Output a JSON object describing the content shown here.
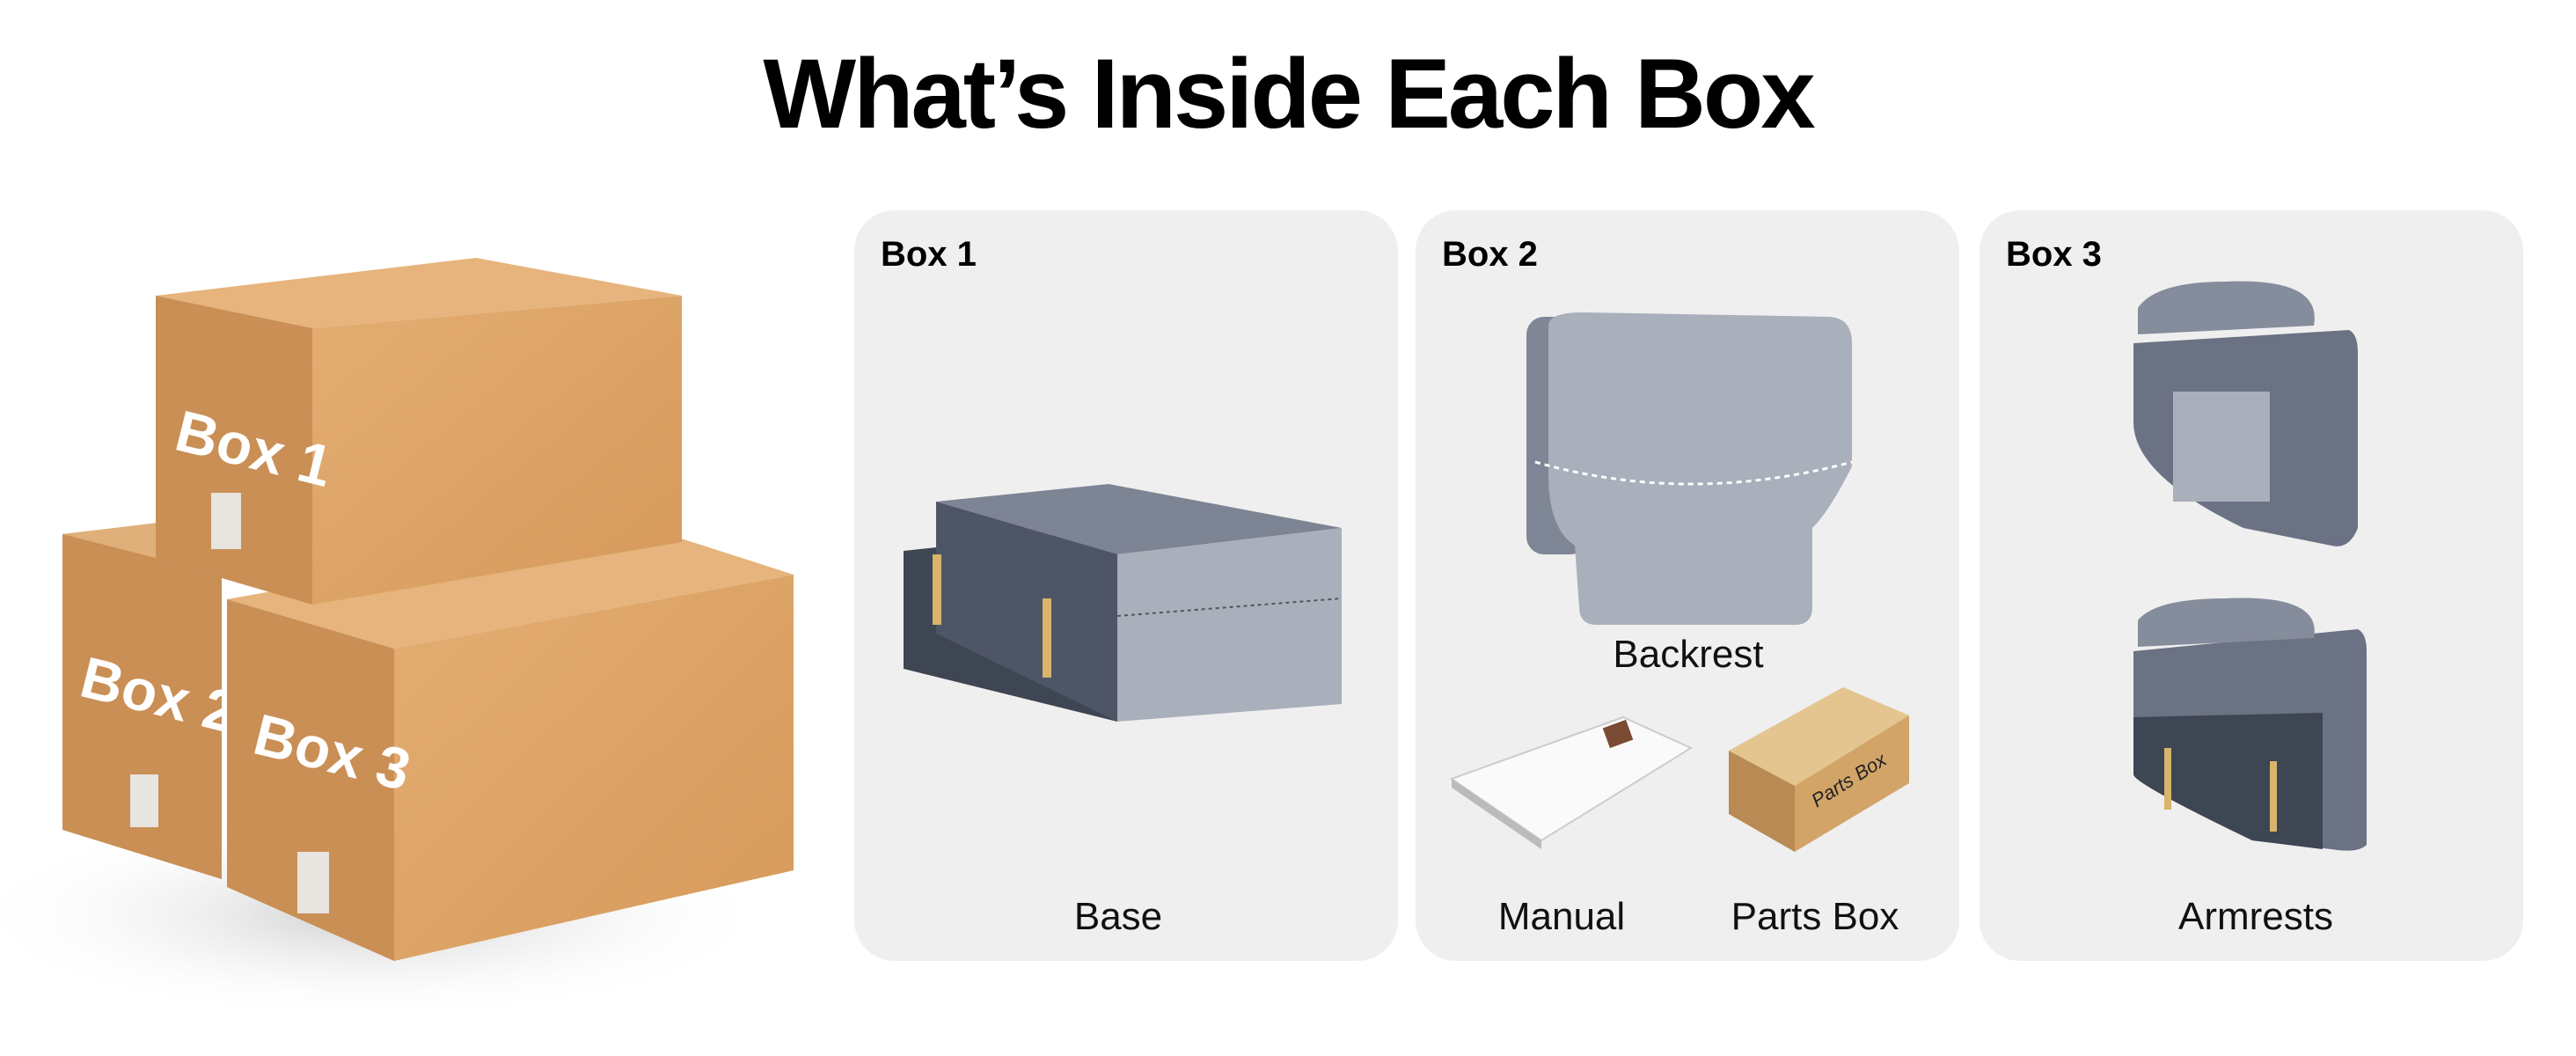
{
  "title": "What’s Inside Each Box",
  "shipping_boxes": [
    "Box 1",
    "Box 2",
    "Box 3"
  ],
  "panels": [
    {
      "label": "Box 1",
      "items": [
        "Base"
      ]
    },
    {
      "label": "Box 2",
      "items": [
        "Backrest",
        "Manual",
        "Parts Box"
      ]
    },
    {
      "label": "Box 3",
      "items": [
        "Armrests"
      ]
    }
  ],
  "parts_box_print": "Parts Box",
  "colors": {
    "panel_bg": "#efefef",
    "cardboard": "#d9a066",
    "fabric_light": "#a9afbb",
    "fabric_dark": "#4d5566"
  }
}
